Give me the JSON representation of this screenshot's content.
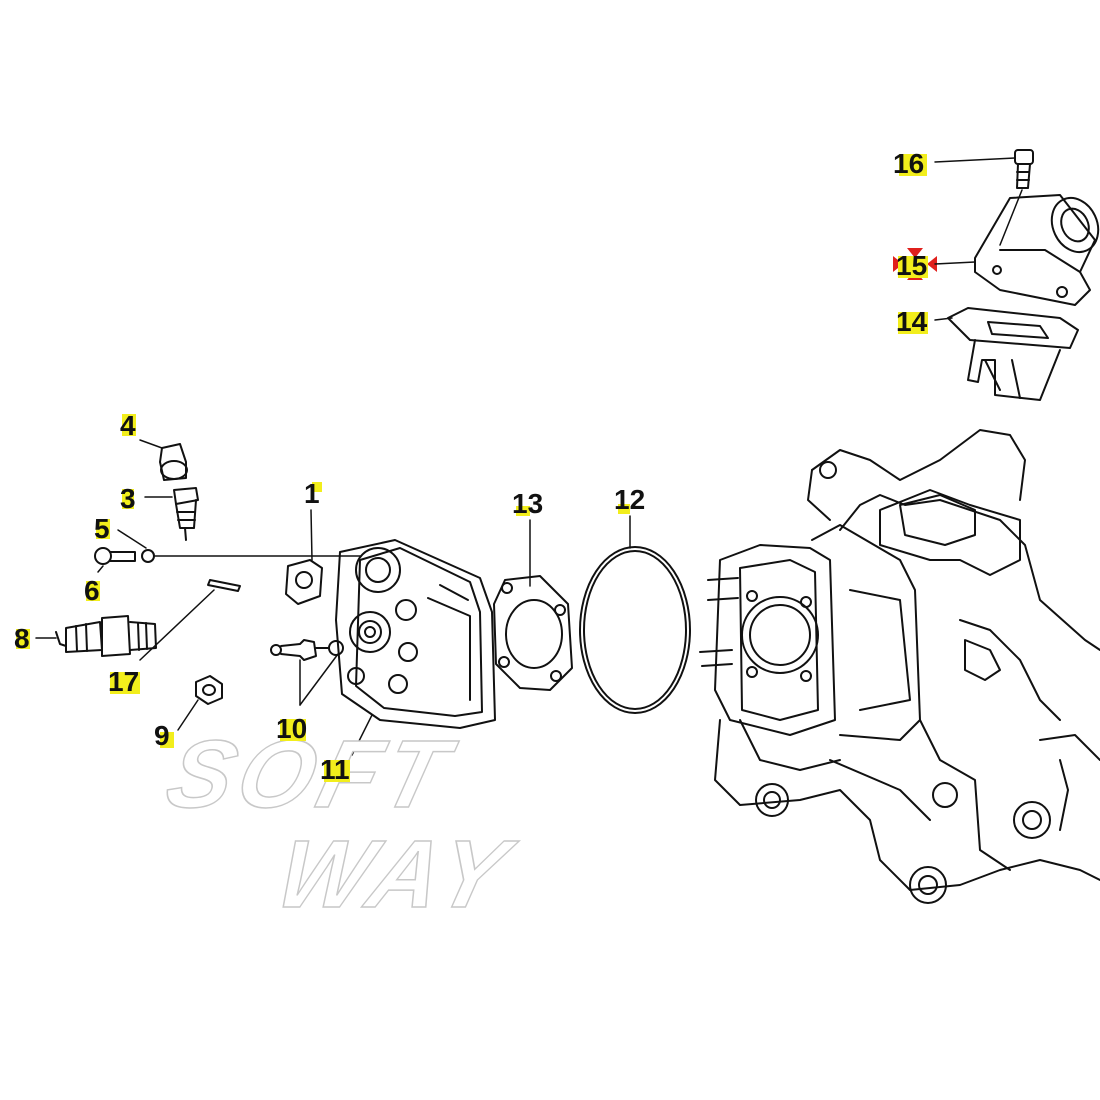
{
  "callouts": [
    {
      "id": "1",
      "label": "1"
    },
    {
      "id": "3",
      "label": "3"
    },
    {
      "id": "4",
      "label": "4"
    },
    {
      "id": "5",
      "label": "5"
    },
    {
      "id": "6",
      "label": "6"
    },
    {
      "id": "8",
      "label": "8"
    },
    {
      "id": "9",
      "label": "9"
    },
    {
      "id": "10",
      "label": "10"
    },
    {
      "id": "11",
      "label": "11"
    },
    {
      "id": "12",
      "label": "12"
    },
    {
      "id": "13",
      "label": "13"
    },
    {
      "id": "14",
      "label": "14"
    },
    {
      "id": "15",
      "label": "15"
    },
    {
      "id": "16",
      "label": "16"
    },
    {
      "id": "17",
      "label": "17"
    }
  ],
  "watermark": {
    "line1": "SOFT",
    "line2": "WAY"
  },
  "colors": {
    "highlight": "#f2ee1c",
    "ink": "#111111",
    "selection_marker": "#e0201c",
    "watermark_outline": "#c8c8c8"
  }
}
